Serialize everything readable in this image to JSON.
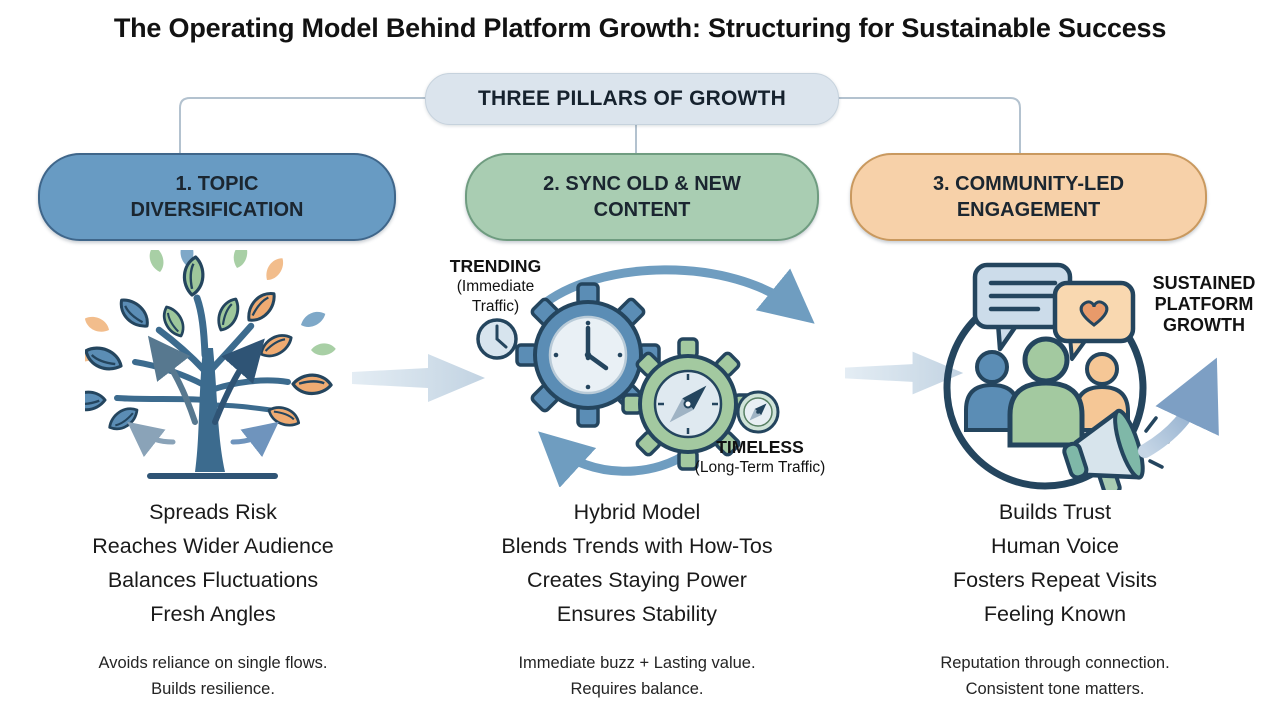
{
  "title": "The Operating Model Behind Platform Growth: Structuring for Sustainable Success",
  "banner": {
    "label": "THREE PILLARS OF GROWTH"
  },
  "pillars": [
    {
      "line1": "1. TOPIC",
      "line2": "DIVERSIFICATION"
    },
    {
      "line1": "2. SYNC OLD & NEW",
      "line2": "CONTENT"
    },
    {
      "line1": "3. COMMUNITY-LED",
      "line2": "ENGAGEMENT"
    }
  ],
  "middle_labels": {
    "trending_title": "TRENDING",
    "trending_sub": "(Immediate Traffic)",
    "timeless_title": "TIMELESS",
    "timeless_sub": "(Long-Term Traffic)"
  },
  "outcome_label": "SUSTAINED PLATFORM GROWTH",
  "columns": [
    {
      "benefits": [
        "Spreads Risk",
        "Reaches Wider Audience",
        "Balances Fluctuations",
        "Fresh Angles"
      ],
      "note1": "Avoids reliance on single flows.",
      "note2": "Builds resilience."
    },
    {
      "benefits": [
        "Hybrid Model",
        "Blends Trends with How-Tos",
        "Creates Staying Power",
        "Ensures Stability"
      ],
      "note1": "Immediate buzz + Lasting value.",
      "note2": "Requires balance."
    },
    {
      "benefits": [
        "Builds Trust",
        "Human Voice",
        "Fosters Repeat Visits",
        "Feeling Known"
      ],
      "note1": "Reputation through connection.",
      "note2": "Consistent tone matters."
    }
  ],
  "icons": {
    "pillar1_art": "diversification-tree-icon",
    "pillar2_art": "gears-clock-compass-icon",
    "pillar3_art": "community-circle-icon",
    "clock": "clock-icon",
    "compass": "compass-icon",
    "chat": "chat-bubble-icon",
    "heart": "heart-bubble-icon",
    "megaphone": "megaphone-icon",
    "flow": "flow-arrow-icon",
    "cycle": "cycle-arrow-icon",
    "growth": "growth-arrow-icon"
  },
  "colors": {
    "pillar1": "#689bc3",
    "pillar2": "#a9cdb2",
    "pillar3": "#f7d1a9",
    "banner_bg": "#dbe4ed",
    "outline_navy": "#24455e",
    "leaf_blue": "#5b8db5",
    "leaf_green": "#9ec79b",
    "leaf_orange": "#efab72",
    "cycle_arrow": "#6f9dc0",
    "flow_arrow": "#cfdde9",
    "growth_arrow": "#7d9fc4",
    "megaphone_teal": "#7fb8a8"
  }
}
